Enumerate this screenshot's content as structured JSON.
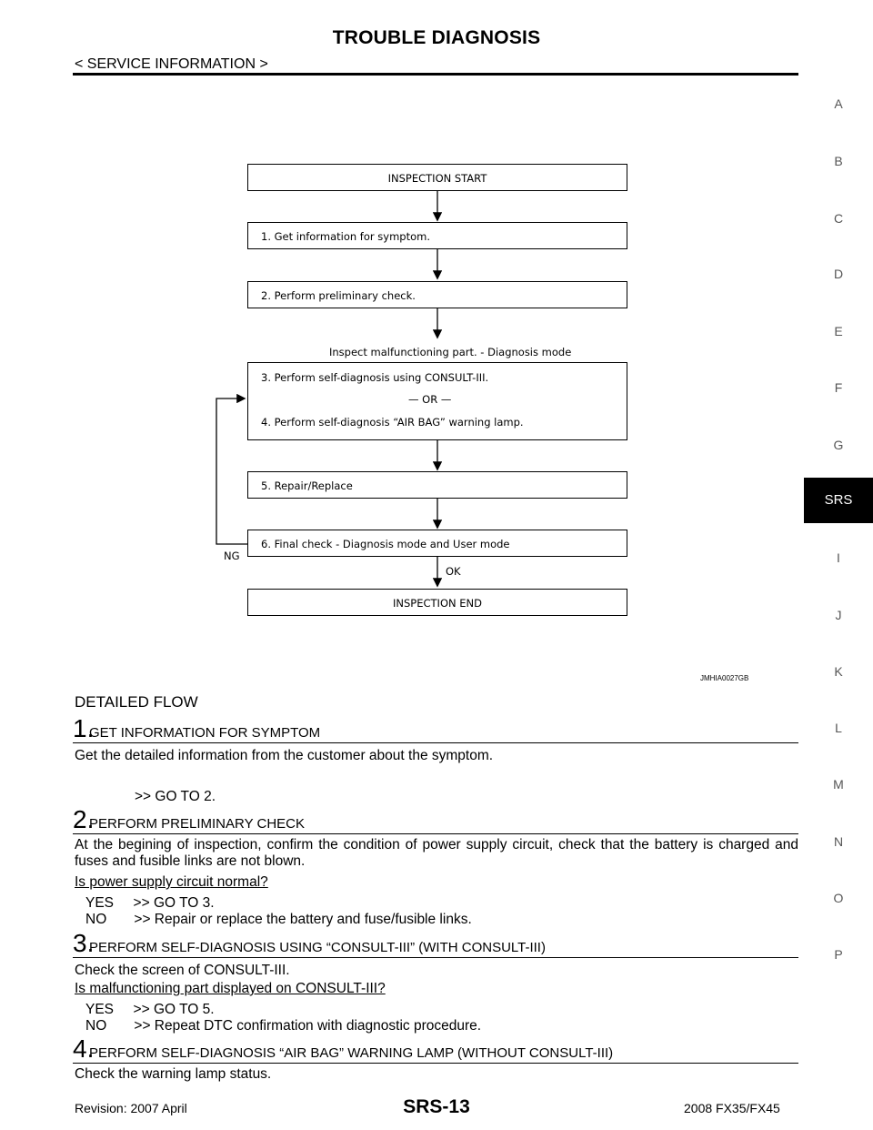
{
  "header": {
    "title": "TROUBLE DIAGNOSIS",
    "section": "< SERVICE INFORMATION >"
  },
  "side_tabs": [
    "A",
    "B",
    "C",
    "D",
    "E",
    "F",
    "G",
    "SRS",
    "I",
    "J",
    "K",
    "L",
    "M",
    "N",
    "O",
    "P"
  ],
  "active_tab": "SRS",
  "flowchart": {
    "start": "INSPECTION START",
    "step1": "1. Get information for symptom.",
    "step2": "2. Perform preliminary check.",
    "mode_label": "Inspect malfunctioning part. - Diagnosis mode",
    "step3": "3. Perform self-diagnosis using CONSULT-III.",
    "or": "— OR —",
    "step4": "4. Perform self-diagnosis “AIR BAG” warning lamp.",
    "step5": "5. Repair/Replace",
    "step6": "6. Final check - Diagnosis mode and User mode",
    "ng": "NG",
    "ok": "OK",
    "end": "INSPECTION END",
    "figure_code": "JMHIA0027GB"
  },
  "detailed_flow": {
    "heading": "DETAILED FLOW",
    "steps": [
      {
        "num": "1.",
        "title": "GET INFORMATION FOR SYMPTOM"
      },
      {
        "num": "2.",
        "title": "PERFORM PRELIMINARY CHECK"
      },
      {
        "num": "3.",
        "title": "PERFORM SELF-DIAGNOSIS USING “CONSULT-III” (WITH CONSULT-III)"
      },
      {
        "num": "4.",
        "title": "PERFORM SELF-DIAGNOSIS “AIR BAG” WARNING LAMP (WITHOUT CONSULT-III)"
      }
    ],
    "s1_text": "Get the detailed information from the customer about the symptom.",
    "s1_goto": ">> GO TO 2.",
    "s2_text": "At the begining of inspection, confirm the condition of power supply circuit, check that the battery is charged and fuses and fusible links are not blown.",
    "s2_question": "Is power supply circuit normal?",
    "s2_yes": "YES     >> GO TO 3.",
    "s2_no": "NO       >> Repair or replace the battery and fuse/fusible links.",
    "s3_text": "Check the screen of CONSULT-III.",
    "s3_question": "Is malfunctioning part displayed on CONSULT-III?",
    "s3_yes": "YES     >> GO TO 5.",
    "s3_no": "NO       >> Repeat DTC confirmation with diagnostic procedure.",
    "s4_text": "Check the warning lamp status."
  },
  "footer": {
    "revision": "Revision: 2007 April",
    "page": "SRS-13",
    "model": "2008 FX35/FX45"
  }
}
